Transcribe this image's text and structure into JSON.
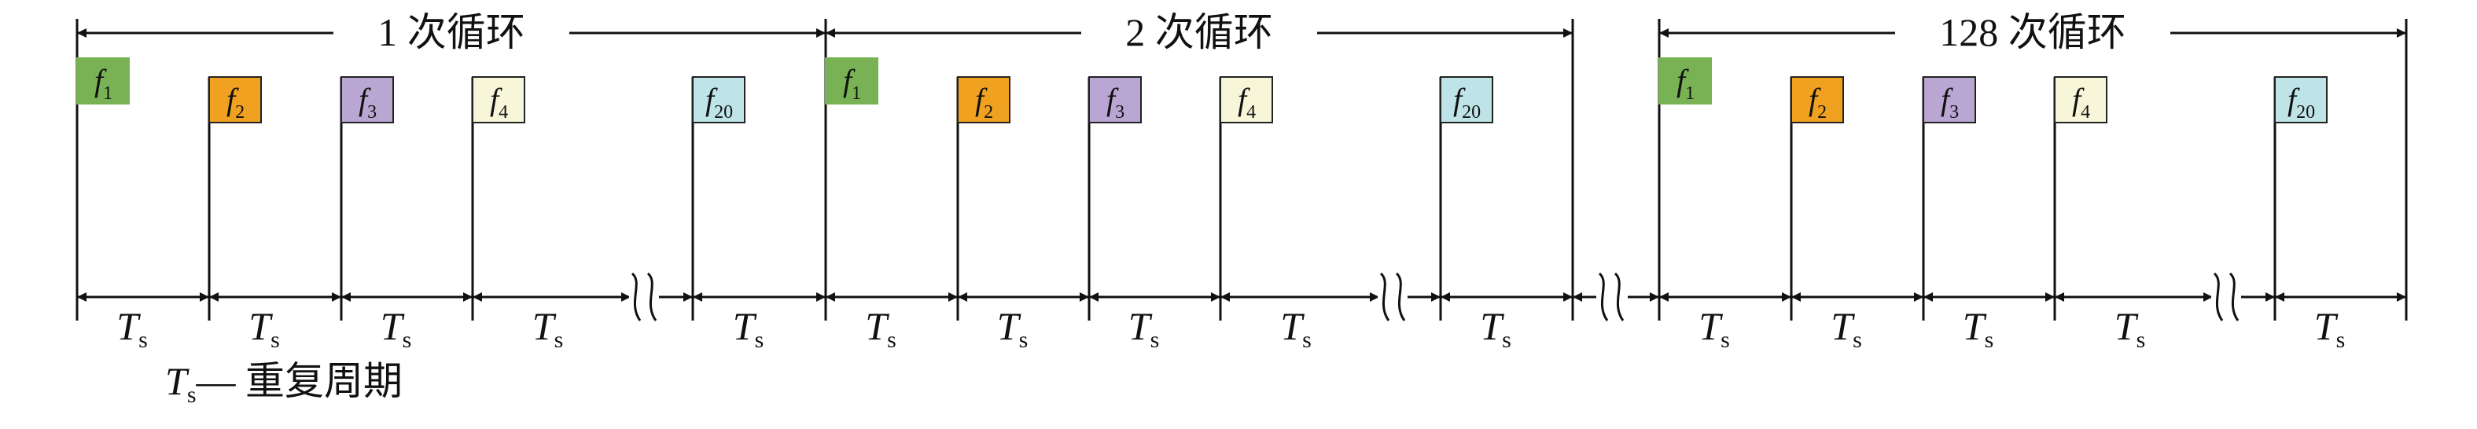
{
  "cycles": [
    {
      "label": "1 次循环",
      "pulses": [
        {
          "main": "f",
          "sub": "1",
          "color": "#79b255"
        },
        {
          "main": "f",
          "sub": "2",
          "color": "#f0a11f"
        },
        {
          "main": "f",
          "sub": "3",
          "color": "#b9a6d2"
        },
        {
          "main": "f",
          "sub": "4",
          "color": "#f8f6d8"
        },
        {
          "main": "f",
          "sub": "20",
          "color": "#bfe4e8"
        }
      ],
      "period_labels": [
        {
          "main": "T",
          "sub": "s"
        },
        {
          "main": "T",
          "sub": "s"
        },
        {
          "main": "T",
          "sub": "s"
        },
        {
          "main": "T",
          "sub": "s"
        },
        {
          "main": "T",
          "sub": "s"
        }
      ]
    },
    {
      "label": "2 次循环",
      "pulses": [
        {
          "main": "f",
          "sub": "1",
          "color": "#79b255"
        },
        {
          "main": "f",
          "sub": "2",
          "color": "#f0a11f"
        },
        {
          "main": "f",
          "sub": "3",
          "color": "#b9a6d2"
        },
        {
          "main": "f",
          "sub": "4",
          "color": "#f8f6d8"
        },
        {
          "main": "f",
          "sub": "20",
          "color": "#bfe4e8"
        }
      ],
      "period_labels": [
        {
          "main": "T",
          "sub": "s"
        },
        {
          "main": "T",
          "sub": "s"
        },
        {
          "main": "T",
          "sub": "s"
        },
        {
          "main": "T",
          "sub": "s"
        },
        {
          "main": "T",
          "sub": "s"
        }
      ]
    },
    {
      "label": "128 次循环",
      "pulses": [
        {
          "main": "f",
          "sub": "1",
          "color": "#79b255"
        },
        {
          "main": "f",
          "sub": "2",
          "color": "#f0a11f"
        },
        {
          "main": "f",
          "sub": "3",
          "color": "#b9a6d2"
        },
        {
          "main": "f",
          "sub": "4",
          "color": "#f8f6d8"
        },
        {
          "main": "f",
          "sub": "20",
          "color": "#bfe4e8"
        }
      ],
      "period_labels": [
        {
          "main": "T",
          "sub": "s"
        },
        {
          "main": "T",
          "sub": "s"
        },
        {
          "main": "T",
          "sub": "s"
        },
        {
          "main": "T",
          "sub": "s"
        },
        {
          "main": "T",
          "sub": "s"
        }
      ]
    }
  ],
  "legend": {
    "main": "T",
    "sub": "s",
    "text": "— 重复周期"
  },
  "colors": {
    "line": "#111111",
    "box_border": "#222222"
  }
}
